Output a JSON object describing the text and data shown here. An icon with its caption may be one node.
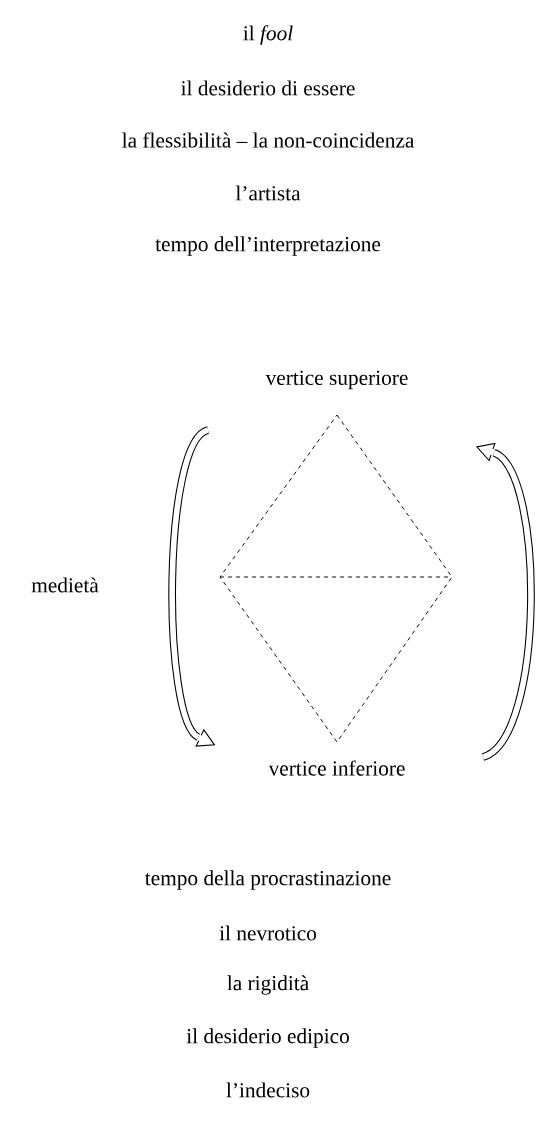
{
  "diagram": {
    "labels": [
      "il *fool*",
      "il desiderio di essere",
      "la flessibilità – la non-coincidenza",
      "l’artista",
      "tempo dell’interpretazione",
      "vertice superiore",
      "medietà",
      "vertice inferiore",
      "tempo della procrastinazione",
      "il nevrotico",
      "la rigidità",
      "il desiderio edipico",
      "l’indeciso"
    ]
  }
}
